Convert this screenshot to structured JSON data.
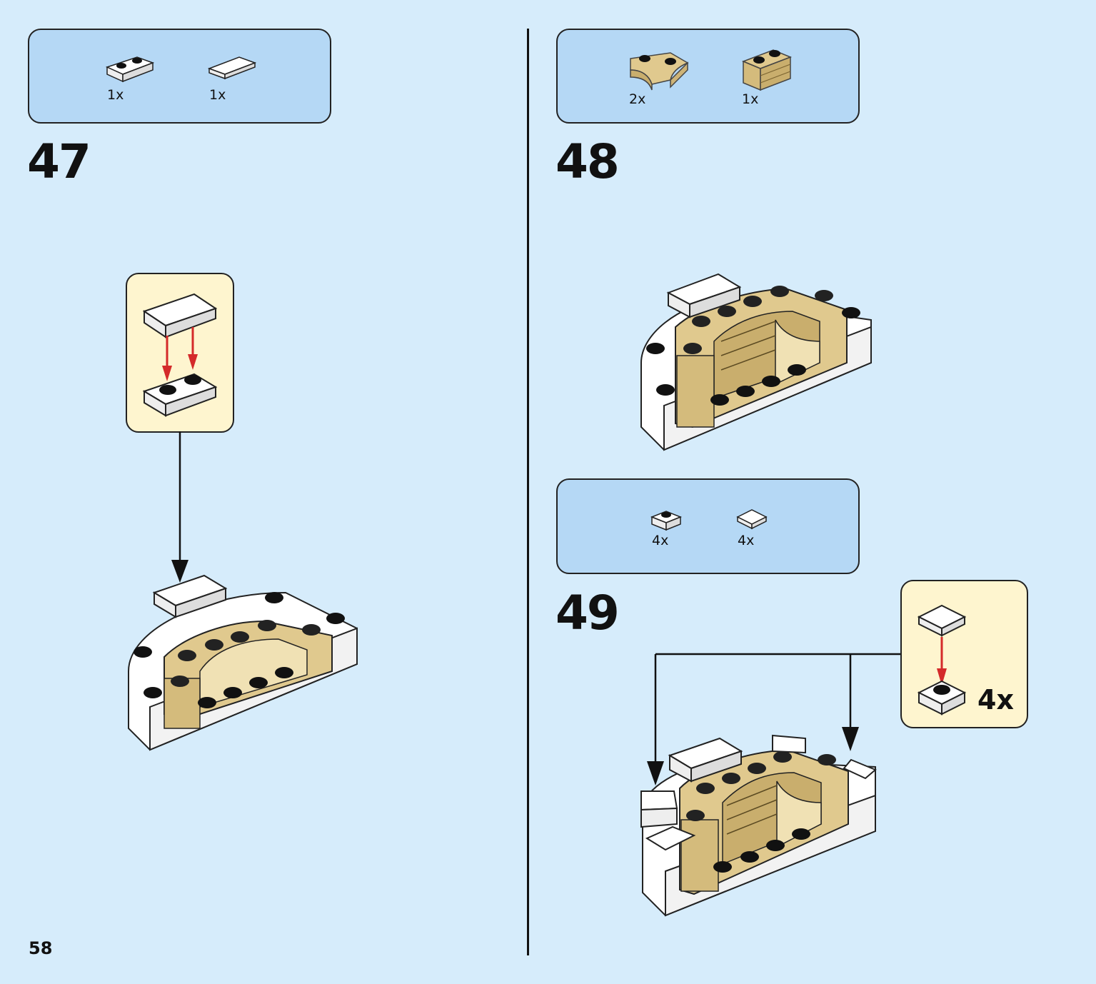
{
  "page_number": "58",
  "colors": {
    "background": "#d6ecfb",
    "parts_box": "#b5d8f5",
    "callout": "#fef5cf",
    "tan": "#e0c98e",
    "arrow_red": "#d42a2a"
  },
  "steps": [
    {
      "number": "47",
      "parts": [
        {
          "icon": "white-plate-1x2-icon",
          "qty": "1x"
        },
        {
          "icon": "white-tile-1x2-icon",
          "qty": "1x"
        }
      ]
    },
    {
      "number": "48",
      "parts": [
        {
          "icon": "tan-curved-brick-icon",
          "qty": "2x"
        },
        {
          "icon": "tan-masonry-brick-icon",
          "qty": "1x"
        }
      ]
    },
    {
      "number": "49",
      "parts": [
        {
          "icon": "white-plate-1x1-icon",
          "qty": "4x"
        },
        {
          "icon": "white-tile-1x1-icon",
          "qty": "4x"
        }
      ],
      "callout_qty": "4x"
    }
  ]
}
